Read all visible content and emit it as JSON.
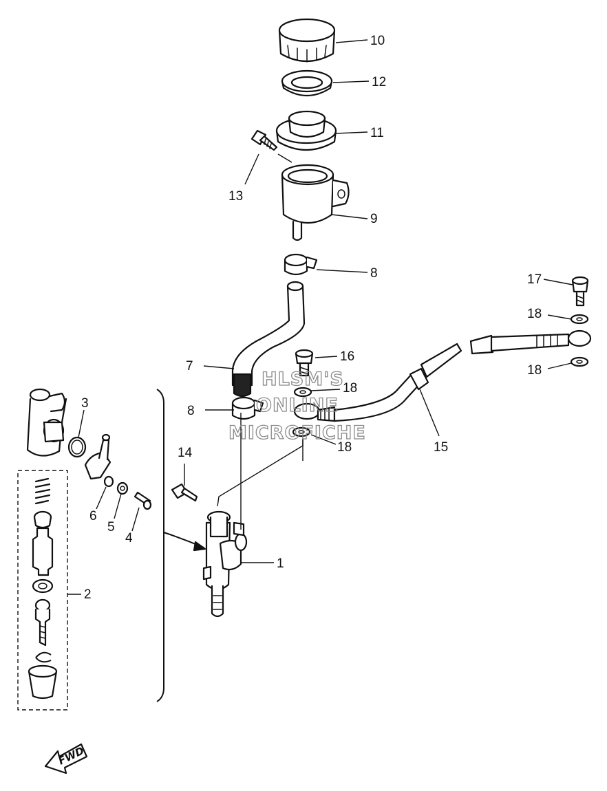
{
  "labels": {
    "p1": "1",
    "p2": "2",
    "p3": "3",
    "p4": "4",
    "p5": "5",
    "p6": "6",
    "p7": "7",
    "p8a": "8",
    "p8b": "8",
    "p9": "9",
    "p10": "10",
    "p11": "11",
    "p12": "12",
    "p13": "13",
    "p14": "14",
    "p15": "15",
    "p16": "16",
    "p17": "17",
    "p18a": "18",
    "p18b": "18",
    "p18c": "18",
    "p18d": "18"
  },
  "watermark": {
    "line1": "HLSM'S",
    "line2": "ONLINE",
    "line3": "MICROFICHE"
  },
  "direction": {
    "text": "FWD"
  }
}
